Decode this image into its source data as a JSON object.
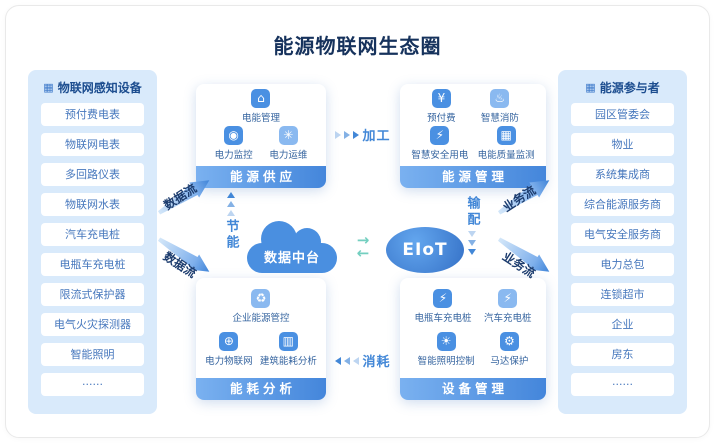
{
  "title": "能源物联网生态圈",
  "colors": {
    "accent_blue": "#4287d7",
    "navy": "#16325c",
    "panel_bg": "#d9eafb",
    "footer_gradient_from": "#7ab1f0",
    "footer_gradient_to": "#4486db",
    "mint_arrow": "#74cfc0"
  },
  "left_panel": {
    "header": "物联网感知设备",
    "icon": "▦",
    "items": [
      "预付费电表",
      "物联网电表",
      "多回路仪表",
      "物联网水表",
      "汽车充电桩",
      "电瓶车充电桩",
      "限流式保护器",
      "电气火灾探测器",
      "智能照明",
      "······"
    ]
  },
  "right_panel": {
    "header": "能源参与者",
    "icon": "▦",
    "items": [
      "园区管委会",
      "物业",
      "系统集成商",
      "综合能源服务商",
      "电气安全服务商",
      "电力总包",
      "连锁超市",
      "企业",
      "房东",
      "······"
    ]
  },
  "boxes": {
    "supply": {
      "title": "能源供应",
      "items": [
        {
          "icon": "⌂",
          "label": "电能管理"
        },
        {
          "icon": "◉",
          "label": "电力监控"
        },
        {
          "icon": "✳",
          "label": "电力运维"
        }
      ]
    },
    "management": {
      "title": "能源管理",
      "items": [
        {
          "icon": "¥",
          "label": "预付费"
        },
        {
          "icon": "♨",
          "label": "智慧消防"
        },
        {
          "icon": "⚡",
          "label": "智慧安全用电"
        },
        {
          "icon": "▦",
          "label": "电能质量监测"
        }
      ]
    },
    "analysis": {
      "title": "能耗分析",
      "items": [
        {
          "icon": "♻",
          "label": "企业能源管控"
        },
        {
          "icon": "⊕",
          "label": "电力物联网"
        },
        {
          "icon": "▥",
          "label": "建筑能耗分析"
        }
      ]
    },
    "devices": {
      "title": "设备管理",
      "items": [
        {
          "icon": "⚡",
          "label": "电瓶车充电桩"
        },
        {
          "icon": "⚡",
          "label": "汽车充电桩"
        },
        {
          "icon": "☀",
          "label": "智能照明控制"
        },
        {
          "icon": "⚙",
          "label": "马达保护"
        }
      ]
    }
  },
  "center": {
    "cloud_label": "数据中台",
    "eiot_label": "EIoT",
    "exchange_right": "→",
    "exchange_left": "←"
  },
  "flows": {
    "processing": "加工",
    "consumption": "消耗",
    "saving": "节能",
    "distribution": "输配",
    "data_flow": "数据流",
    "business_flow": "业务流"
  }
}
